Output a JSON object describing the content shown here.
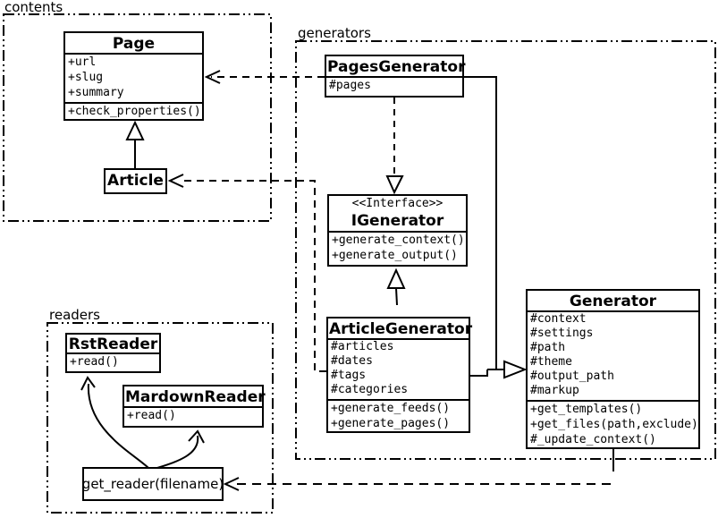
{
  "packages": {
    "contents": {
      "label": "contents"
    },
    "generators": {
      "label": "generators"
    },
    "readers": {
      "label": "readers"
    }
  },
  "classes": {
    "page": {
      "name": "Page",
      "attributes": [
        "+url",
        "+slug",
        "+summary"
      ],
      "methods": [
        "+check_properties()"
      ]
    },
    "article": {
      "name": "Article"
    },
    "pages_generator": {
      "name": "PagesGenerator",
      "attributes": [
        "#pages"
      ]
    },
    "igenerator": {
      "stereotype": "<<Interface>>",
      "name": "IGenerator",
      "methods": [
        "+generate_context()",
        "+generate_output()"
      ]
    },
    "article_generator": {
      "name": "ArticleGenerator",
      "attributes": [
        "#articles",
        "#dates",
        "#tags",
        "#categories"
      ],
      "methods": [
        "+generate_feeds()",
        "+generate_pages()"
      ]
    },
    "generator": {
      "name": "Generator",
      "attributes": [
        "#context",
        "#settings",
        "#path",
        "#theme",
        "#output_path",
        "#markup"
      ],
      "methods": [
        "+get_templates()",
        "+get_files(path,exclude)",
        "#_update_context()"
      ]
    },
    "rst_reader": {
      "name": "RstReader",
      "methods": [
        "+read()"
      ]
    },
    "mardown_reader": {
      "name": "MardownReader",
      "methods": [
        "+read()"
      ]
    },
    "get_reader": {
      "label": "get_reader(filename)"
    }
  },
  "relationships": [
    {
      "from": "Article",
      "to": "Page",
      "type": "inheritance"
    },
    {
      "from": "PagesGenerator",
      "to": "Page",
      "type": "dependency"
    },
    {
      "from": "ArticleGenerator",
      "to": "Article",
      "type": "dependency"
    },
    {
      "from": "PagesGenerator",
      "to": "IGenerator",
      "type": "realization"
    },
    {
      "from": "ArticleGenerator",
      "to": "IGenerator",
      "type": "realization"
    },
    {
      "from": "PagesGenerator",
      "to": "Generator",
      "type": "inheritance"
    },
    {
      "from": "ArticleGenerator",
      "to": "Generator",
      "type": "inheritance"
    },
    {
      "from": "Generator",
      "to": "get_reader(filename)",
      "type": "dependency"
    },
    {
      "from": "get_reader(filename)",
      "to": "RstReader",
      "type": "arrow"
    },
    {
      "from": "get_reader(filename)",
      "to": "MardownReader",
      "type": "arrow"
    }
  ],
  "colors": {
    "line": "#000000",
    "background": "#ffffff"
  }
}
